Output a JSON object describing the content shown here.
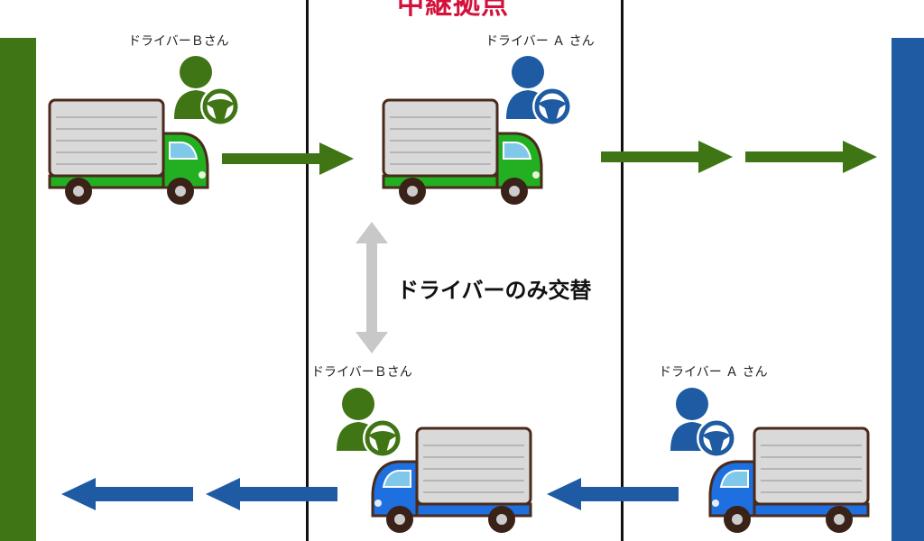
{
  "title": "中継拠点",
  "swap_label": "ドライバーのみ交替",
  "colors": {
    "green": "#3f7514",
    "blue": "#1f5ba2",
    "title_red": "#d4113b",
    "truck_green": "#22b022",
    "truck_blue": "#1e6fe0",
    "swap_arrow": "#c8c8c8"
  },
  "top_row": {
    "left": {
      "driver_label": "ドライバーＢさん",
      "driver_color": "green",
      "truck_color": "green"
    },
    "relay": {
      "driver_label": "ドライバー Ａ さん",
      "driver_color": "blue",
      "truck_color": "green"
    }
  },
  "bottom_row": {
    "relay": {
      "driver_label": "ドライバーＢさん",
      "driver_color": "green",
      "truck_color": "blue"
    },
    "right": {
      "driver_label": "ドライバー Ａ さん",
      "driver_color": "blue",
      "truck_color": "blue"
    }
  },
  "icons": {
    "driver": "person-with-steering-wheel",
    "truck": "delivery-truck",
    "flow_arrow": "arrow",
    "swap_arrow": "double-vertical-arrow"
  }
}
